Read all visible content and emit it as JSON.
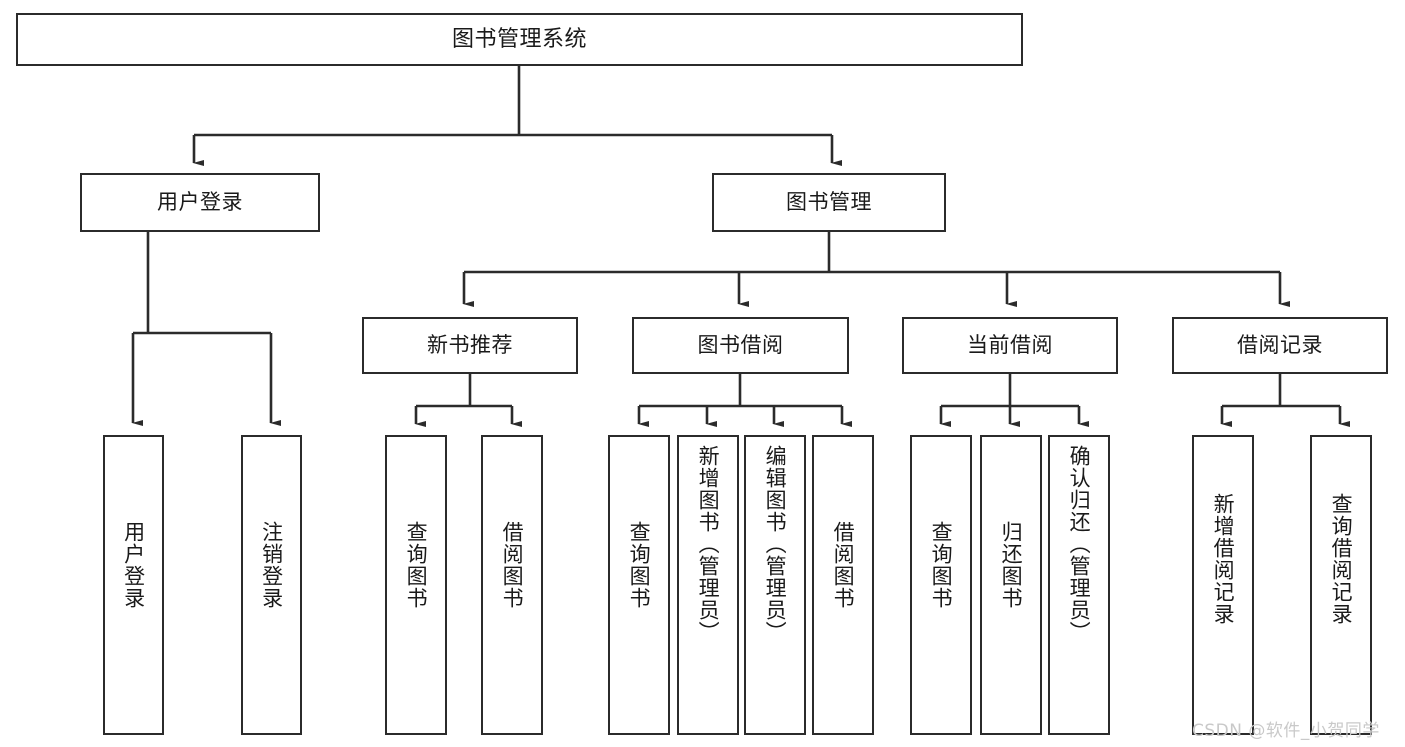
{
  "diagram": {
    "title": "图书管理系统",
    "type": "tree-hierarchy",
    "root": {
      "id": "root",
      "label": "图书管理系统"
    },
    "level2": [
      {
        "id": "user-login",
        "label": "用户登录"
      },
      {
        "id": "book-manage",
        "label": "图书管理"
      }
    ],
    "level3": [
      {
        "id": "new-book-rec",
        "label": "新书推荐"
      },
      {
        "id": "book-borrow",
        "label": "图书借阅"
      },
      {
        "id": "current-borrow",
        "label": "当前借阅"
      },
      {
        "id": "borrow-record",
        "label": "借阅记录"
      }
    ],
    "leaves": {
      "user_login": [
        {
          "id": "leaf-user-login",
          "label": "用户登录"
        },
        {
          "id": "leaf-logout",
          "label": "注销登录"
        }
      ],
      "new_book_rec": [
        {
          "id": "leaf-query-book-1",
          "label": "查询图书"
        },
        {
          "id": "leaf-borrow-book-1",
          "label": "借阅图书"
        }
      ],
      "book_borrow": [
        {
          "id": "leaf-query-book-2",
          "label": "查询图书"
        },
        {
          "id": "leaf-add-book",
          "label": "新增图书（管理员）"
        },
        {
          "id": "leaf-edit-book",
          "label": "编辑图书（管理员）"
        },
        {
          "id": "leaf-borrow-book-2",
          "label": "借阅图书"
        }
      ],
      "current_borrow": [
        {
          "id": "leaf-query-book-3",
          "label": "查询图书"
        },
        {
          "id": "leaf-return-book",
          "label": "归还图书"
        },
        {
          "id": "leaf-confirm-return",
          "label": "确认归还（管理员）"
        }
      ],
      "borrow_record": [
        {
          "id": "leaf-add-record",
          "label": "新增借阅记录"
        },
        {
          "id": "leaf-query-record",
          "label": "查询借阅记录"
        }
      ]
    }
  },
  "watermark": {
    "text": "CSDN @软件_小贺同学"
  },
  "colors": {
    "stroke": "#2b2b2b",
    "fill": "#ffffff",
    "text": "#1a1a1a",
    "watermark": "#c9c9c9"
  }
}
